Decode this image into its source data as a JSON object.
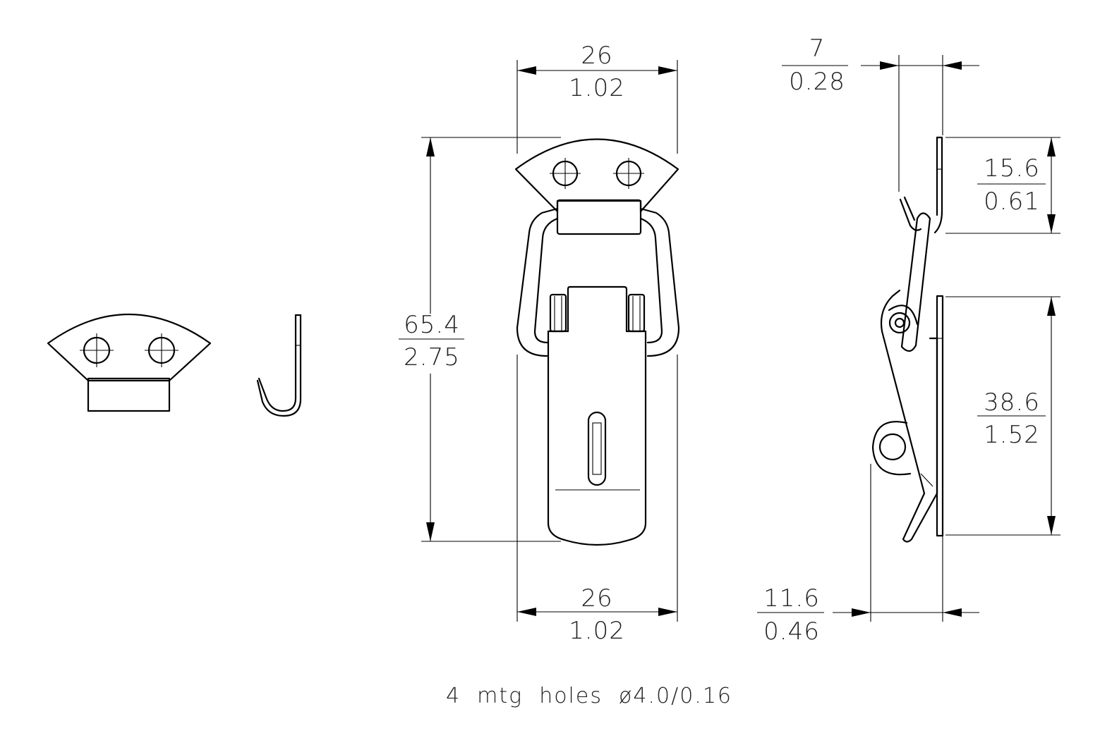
{
  "dimensions": {
    "top_width": {
      "mm": "26",
      "in": "1.02"
    },
    "bottom_width": {
      "mm": "26",
      "in": "1.02"
    },
    "overall_length": {
      "mm": "65.4",
      "in": "2.75"
    },
    "side_offset": {
      "mm": "7",
      "in": "0.28"
    },
    "hook_plate_height": {
      "mm": "15.6",
      "in": "0.61"
    },
    "latch_plate_height": {
      "mm": "38.6",
      "in": "1.52"
    },
    "side_depth": {
      "mm": "11.6",
      "in": "0.46"
    }
  },
  "note": "4  mtg  holes  ø4.0/0.16",
  "colors": {
    "line": "#000000",
    "text": "#222222",
    "background": "#ffffff"
  }
}
